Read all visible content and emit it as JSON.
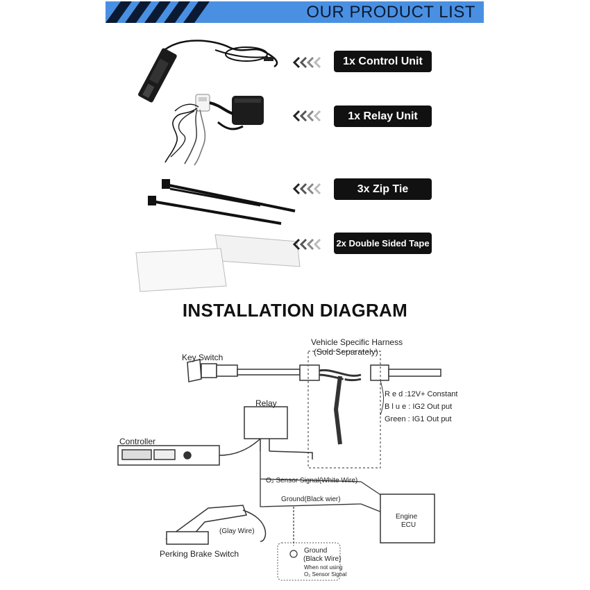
{
  "header": {
    "title": "OUR PRODUCT LIST"
  },
  "items": [
    {
      "label": "1x Control Unit"
    },
    {
      "label": "1x Relay Unit"
    },
    {
      "label": "3x Zip Tie"
    },
    {
      "label": "2x Double Sided Tape"
    }
  ],
  "installation": {
    "title": "INSTALLATION DIAGRAM",
    "labels": {
      "key_switch": "Key Switch",
      "harness": "Vehicle Specific Harness",
      "harness_note": "(Sold Separately)",
      "relay": "Relay",
      "red": "R e d :12V+ Constant",
      "blue": "B l u e : IG2 Out put",
      "green": "Green : IG1 Out put",
      "controller": "Controller",
      "o2_signal": "O₂ Sensor Signal(White Wire)",
      "ground_wire": "Ground(Black wier)",
      "engine": "Engine",
      "ecu": "ECU",
      "glay_wire": "(Glay Wire)",
      "parking_brake": "Perking Brake Switch",
      "ground": "Ground",
      "black_wire": "(Black Wire)",
      "when_not": "When not using",
      "o2_sensor_signal": "O₂ Sensor Signal"
    }
  }
}
